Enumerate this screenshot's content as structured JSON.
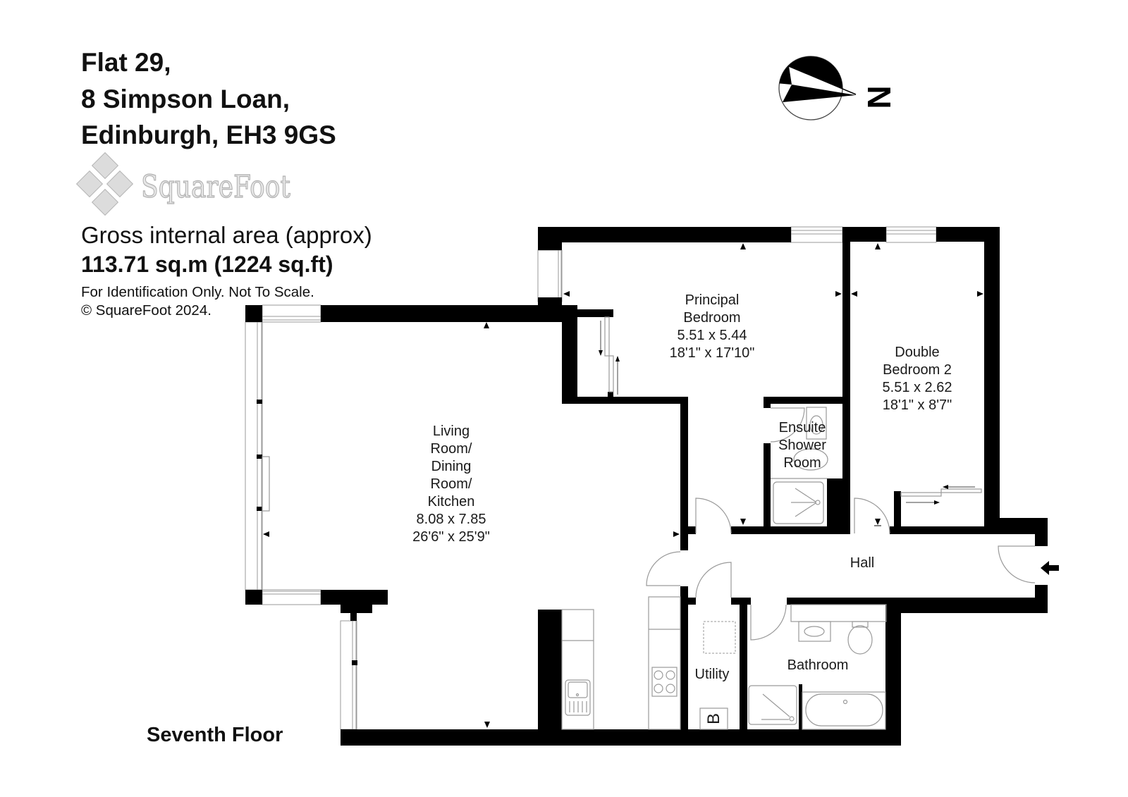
{
  "header": {
    "title_lines": [
      "Flat 29,",
      "8 Simpson Loan,",
      "Edinburgh, EH3 9GS"
    ],
    "logo_text": "SquareFoot",
    "area_label": "Gross internal area (approx)",
    "area_value": "113.71 sq.m (1224 sq.ft)",
    "disclaimer": "For Identification Only. Not To Scale.",
    "copyright": "© SquareFoot 2024."
  },
  "compass": {
    "label": "N",
    "icon": "north-arrow-icon"
  },
  "rooms": {
    "living": {
      "lines": [
        "Living",
        "Room/",
        "Dining",
        "Room/",
        "Kitchen"
      ],
      "metric": "8.08 x 7.85",
      "imperial": "26'6\" x 25'9\""
    },
    "principal_bedroom": {
      "lines": [
        "Principal",
        "Bedroom"
      ],
      "metric": "5.51 x 5.44",
      "imperial": "18'1\" x 17'10\""
    },
    "double_bedroom_2": {
      "lines": [
        "Double",
        "Bedroom 2"
      ],
      "metric": "5.51 x 2.62",
      "imperial": "18'1\" x 8'7\""
    },
    "ensuite": {
      "lines": [
        "Ensuite",
        "Shower",
        "Room"
      ]
    },
    "hall": {
      "lines": [
        "Hall"
      ]
    },
    "utility": {
      "lines": [
        "Utility"
      ]
    },
    "bathroom": {
      "lines": [
        "Bathroom"
      ]
    }
  },
  "fixtures": {
    "boiler_label": "B"
  },
  "floor_label": "Seventh Floor",
  "colors": {
    "wall": "#000000",
    "fixture_line": "#9a9a9a",
    "logo": "#e6e6e6",
    "background": "#ffffff"
  }
}
